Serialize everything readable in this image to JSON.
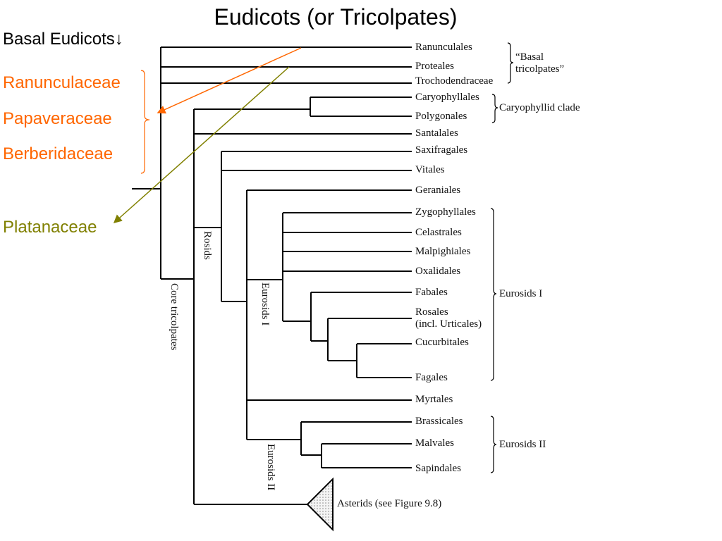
{
  "title": "Eudicots (or Tricolpates)",
  "left_panel": {
    "basal_label": "Basal Eudicots",
    "families": [
      "Ranunculaceae",
      "Papaveraceae",
      "Berberidaceae"
    ],
    "platanaceae": "Platanaceae"
  },
  "taxa": [
    "Ranunculales",
    "Proteales",
    "Trochodendraceae",
    "Caryophyllales",
    "Polygonales",
    "Santalales",
    "Saxifragales",
    "Vitales",
    "Geraniales",
    "Zygophyllales",
    "Celastrales",
    "Malpighiales",
    "Oxalidales",
    "Fabales",
    "Rosales",
    "(incl. Urticales)",
    "Cucurbitales",
    "Fagales",
    "Myrtales",
    "Brassicales",
    "Malvales",
    "Sapindales",
    "Asterids (see Figure 9.8)"
  ],
  "groups": {
    "basal_tricolpates": [
      "“Basal",
      "tricolpates”"
    ],
    "caryophyllid": "Caryophyllid clade",
    "eurosids_one": "Eurosids I",
    "eurosids_two": "Eurosids II"
  },
  "clades": {
    "rosids": "Rosids",
    "core": "Core tricolpates",
    "eurosids_one": "Eurosids I",
    "eurosids_two": "Eurosids II"
  },
  "colors": {
    "orange": "#ff6600",
    "olive": "#808000",
    "line": "#000000"
  }
}
